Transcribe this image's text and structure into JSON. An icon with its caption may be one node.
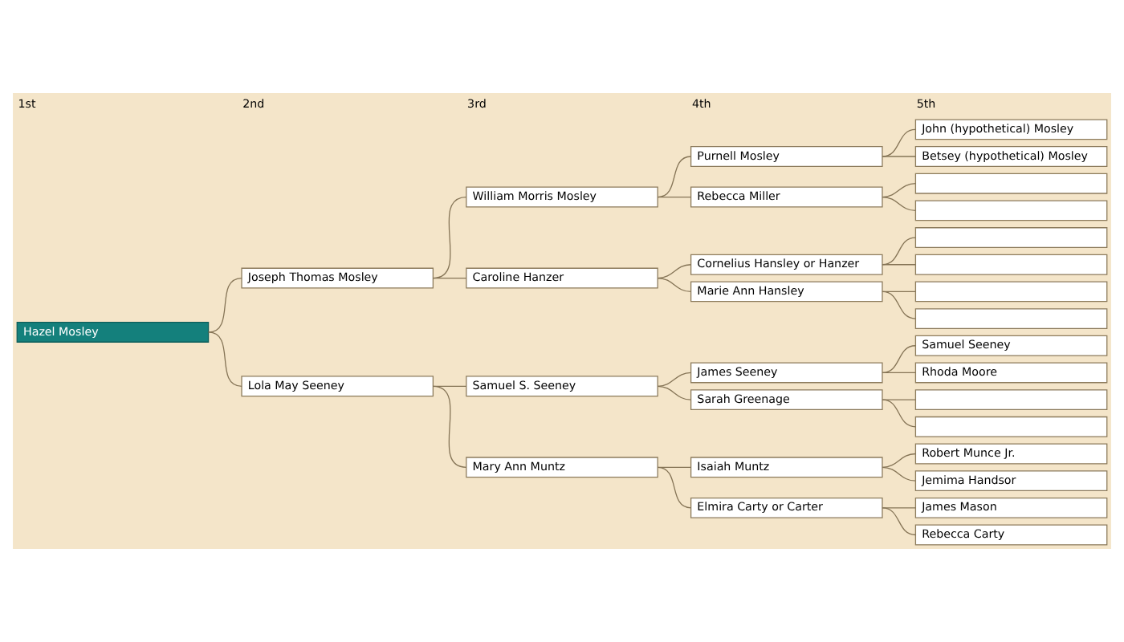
{
  "diagram": {
    "nodes": [
      {
        "text": [
          "Hazel Mosley"
        ]
      },
      {
        "text": [
          "Joseph Thomas Mosley"
        ]
      },
      {
        "text": [
          "Lola May Seeney"
        ]
      },
      {
        "text": [
          "William Morris Mosley"
        ]
      },
      {
        "text": [
          "Caroline Hanzer"
        ]
      },
      {
        "text": [
          "Samuel S. Seeney"
        ]
      },
      {
        "text": [
          "Mary Ann Muntz"
        ]
      },
      {
        "text": [
          "Purnell Mosley"
        ]
      },
      {
        "text": [
          "Rebecca Miller"
        ]
      },
      {
        "text": [
          "Cornelius Hansley or Hanzer"
        ]
      },
      {
        "text": [
          "Marie Ann Hansley"
        ]
      },
      {
        "text": [
          "James Seeney"
        ]
      },
      {
        "text": [
          "Sarah Greenage"
        ]
      },
      {
        "text": [
          "Isaiah Muntz"
        ]
      },
      {
        "text": [
          "Elmira Carty or Carter"
        ]
      },
      {
        "text": [
          "John (hypothetical) Mosley"
        ]
      },
      {
        "text": [
          "Betsey (hypothetical) Mosley"
        ]
      },
      {
        "text": [],
        "shape": "box"
      },
      {
        "text": [],
        "shape": "box"
      },
      {
        "text": [],
        "shape": "box"
      },
      {
        "text": [],
        "shape": "box"
      },
      {
        "text": [],
        "shape": "box"
      },
      {
        "text": [],
        "shape": "box"
      },
      {
        "text": [
          "Samuel Seeney"
        ]
      },
      {
        "text": [
          "Rhoda Moore"
        ]
      },
      {
        "text": [],
        "shape": "box"
      },
      {
        "text": [],
        "shape": "box"
      },
      {
        "text": [
          "Robert Munce Jr."
        ]
      },
      {
        "text": [
          "Jemima Handsor"
        ]
      },
      {
        "text": [
          "James Mason"
        ]
      },
      {
        "text": [
          "Rebecca Carty"
        ]
      }
    ],
    "edges": [
      {
        "from": 0,
        "to": 1,
        "arrow": "none"
      },
      {
        "from": 0,
        "to": 2,
        "arrow": "none"
      },
      {
        "from": 1,
        "to": 3,
        "arrow": "none"
      },
      {
        "from": 1,
        "to": 4,
        "arrow": "none"
      },
      {
        "from": 2,
        "to": 5,
        "arrow": "none"
      },
      {
        "from": 2,
        "to": 6,
        "arrow": "none"
      },
      {
        "from": 3,
        "to": 7,
        "arrow": "none"
      },
      {
        "from": 3,
        "to": 8,
        "arrow": "none"
      },
      {
        "from": 4,
        "to": 9,
        "arrow": "none"
      },
      {
        "from": 4,
        "to": 10,
        "arrow": "none"
      },
      {
        "from": 5,
        "to": 11,
        "arrow": "none"
      },
      {
        "from": 5,
        "to": 12,
        "arrow": "none"
      },
      {
        "from": 6,
        "to": 13,
        "arrow": "none"
      },
      {
        "from": 6,
        "to": 14,
        "arrow": "none"
      },
      {
        "from": 7,
        "to": 15,
        "arrow": "none"
      },
      {
        "from": 7,
        "to": 16,
        "arrow": "none"
      },
      {
        "from": 8,
        "to": 17,
        "arrow": "none"
      },
      {
        "from": 8,
        "to": 18,
        "arrow": "none"
      },
      {
        "from": 9,
        "to": 19,
        "arrow": "none"
      },
      {
        "from": 9,
        "to": 20,
        "arrow": "none"
      },
      {
        "from": 10,
        "to": 21,
        "arrow": "none"
      },
      {
        "from": 10,
        "to": 22,
        "arrow": "none"
      },
      {
        "from": 11,
        "to": 23,
        "arrow": "none"
      },
      {
        "from": 11,
        "to": 24,
        "arrow": "none"
      },
      {
        "from": 12,
        "to": 25,
        "arrow": "none"
      },
      {
        "from": 12,
        "to": 26,
        "arrow": "none"
      },
      {
        "from": 13,
        "to": 27,
        "arrow": "none"
      },
      {
        "from": 13,
        "to": 28,
        "arrow": "none"
      },
      {
        "from": 14,
        "to": 29,
        "arrow": "none"
      },
      {
        "from": 14,
        "to": 30,
        "arrow": "none"
      }
    ],
    "labels": [
      "1st",
      "2nd",
      "3rd",
      "4th",
      "5th"
    ]
  }
}
